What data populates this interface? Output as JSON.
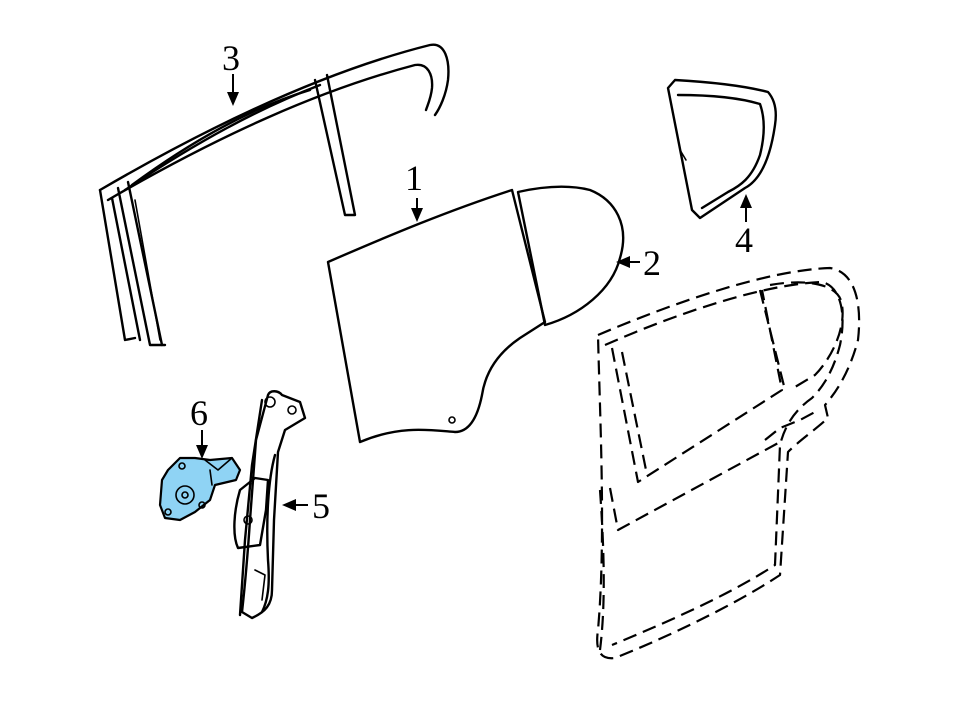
{
  "callouts": {
    "c1": "1",
    "c2": "2",
    "c3": "3",
    "c4": "4",
    "c5": "5",
    "c6": "6"
  },
  "colors": {
    "highlight": "#8fd3f4",
    "line": "#000000"
  }
}
